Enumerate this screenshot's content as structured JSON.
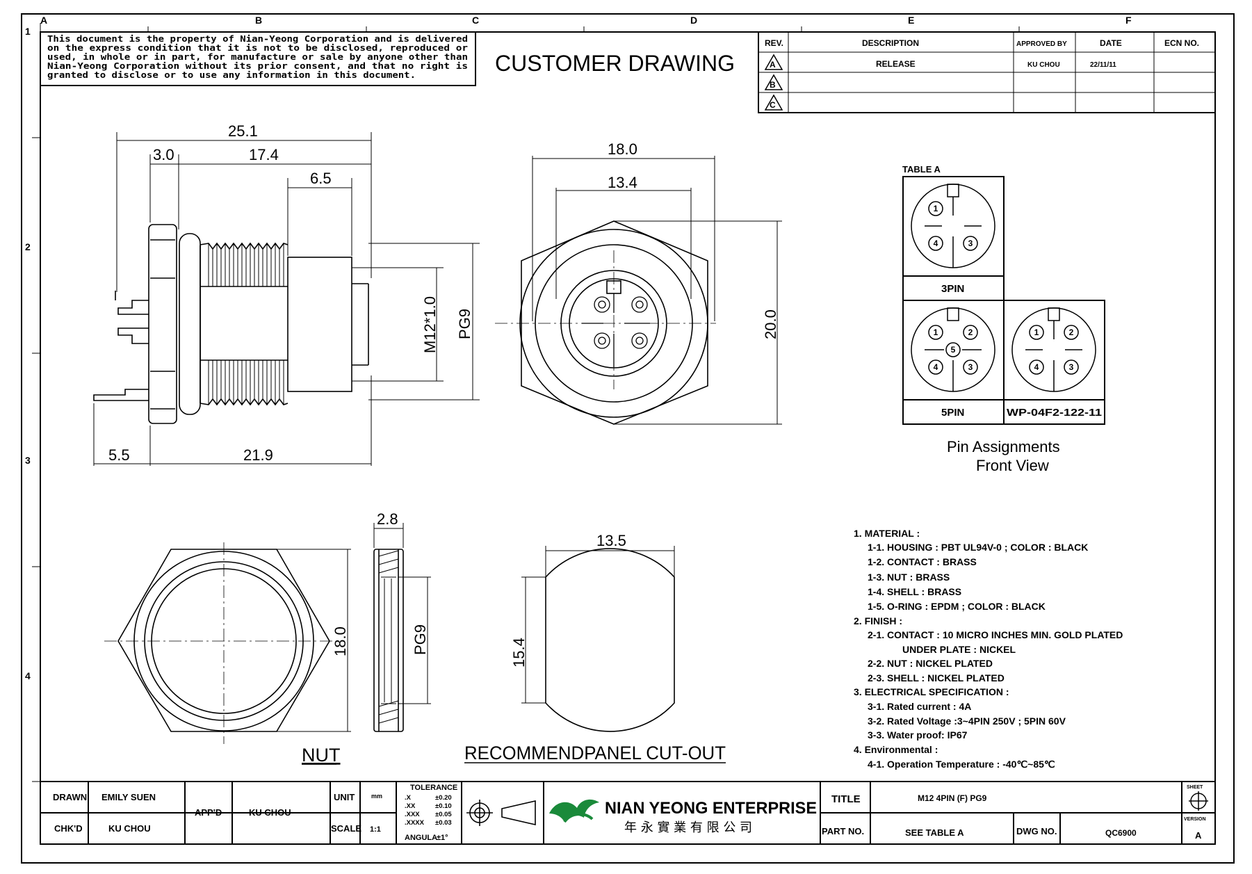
{
  "notice": {
    "lines": [
      "This document is the property of Nian-Yeong Corporation and is delivered",
      "on  the  express condition that it is not to be disclosed, reproduced or",
      "used, in whole or in part, for manufacture or sale by anyone other than",
      "Nian-Yeong Corporation without  its prior consent, and that  no right  is",
      "granted to disclose or to use any information in this  document."
    ]
  },
  "title": "CUSTOMER  DRAWING",
  "zones": {
    "columns": [
      "A",
      "B",
      "C",
      "D",
      "E",
      "F"
    ],
    "rows": [
      "1",
      "2",
      "3",
      "4"
    ]
  },
  "revision_table": {
    "headers": [
      "REV.",
      "DESCRIPTION",
      "APPROVED BY",
      "DATE",
      "ECN NO."
    ],
    "rows": [
      {
        "rev": "A",
        "description": "RELEASE",
        "approved": "KU CHOU",
        "date": "22/11/11",
        "ecn": ""
      },
      {
        "rev": "B",
        "description": "",
        "approved": "",
        "date": "",
        "ecn": ""
      },
      {
        "rev": "C",
        "description": "",
        "approved": "",
        "date": "",
        "ecn": ""
      }
    ]
  },
  "side_view": {
    "dims": {
      "d25_1": "25.1",
      "d3_0": "3.0",
      "d17_4": "17.4",
      "d6_5": "6.5",
      "d5_5": "5.5",
      "d21_9": "21.9",
      "m12": "M12*1.0",
      "pg9": "PG9"
    }
  },
  "front_view": {
    "dims": {
      "d18_0": "18.0",
      "d13_4": "13.4",
      "d20_0": "20.0"
    }
  },
  "table_a": {
    "title": "TABLE A",
    "cells": [
      "3PIN",
      "5PIN",
      "WP-04F2-122-11"
    ],
    "pins3": [
      "1",
      "4",
      "3"
    ],
    "pins5": [
      "1",
      "2",
      "5",
      "4",
      "3"
    ],
    "pins4": [
      "1",
      "2",
      "4",
      "3"
    ]
  },
  "pin_caption": {
    "line1": "Pin Assignments",
    "line2": "Front View"
  },
  "nut_view": {
    "dims": {
      "d2_8": "2.8",
      "d18_0": "18.0",
      "pg9": "PG9"
    },
    "label": "NUT"
  },
  "cutout_view": {
    "dims": {
      "d13_5": "13.5",
      "d15_4": "15.4"
    },
    "label": "RECOMMENDPANEL  CUT-OUT"
  },
  "specs": [
    "1. MATERIAL :",
    "1-1. HOUSING : PBT UL94V-0 ; COLOR : BLACK",
    "1-2. CONTACT : BRASS",
    "1-3. NUT : BRASS",
    "1-4. SHELL : BRASS",
    "1-5. O-RING : EPDM ; COLOR : BLACK",
    "2. FINISH :",
    "2-1. CONTACT : 10 MICRO INCHES MIN. GOLD PLATED",
    "UNDER PLATE : NICKEL",
    "2-2. NUT : NICKEL PLATED",
    "2-3. SHELL : NICKEL PLATED",
    "3. ELECTRICAL SPECIFICATION :",
    "3-1. Rated current : 4A",
    "3-2. Rated Voltage :3~4PIN 250V ; 5PIN 60V",
    "3-3. Water proof: IP67",
    "4. Environmental :",
    "4-1. Operation Temperature : -40℃~85℃"
  ],
  "title_block": {
    "drawn_label": "DRAWN",
    "drawn": "EMILY SUEN",
    "chkd_label": "CHK'D",
    "chkd": "KU CHOU",
    "appd_label": "APP'D",
    "appd": "KU CHOU",
    "unit_label": "UNIT",
    "unit": "mm",
    "scale_label": "SCALE",
    "scale": "1:1",
    "tolerance_label": "TOLERANCE",
    "tol_rows": [
      {
        "k": ".X",
        "v": "±0.20"
      },
      {
        "k": ".XX",
        "v": "±0.10"
      },
      {
        "k": ".XXX",
        "v": "±0.05"
      },
      {
        "k": ".XXXX",
        "v": "±0.03"
      },
      {
        "k": "ANGULA",
        "v": "±1°"
      }
    ],
    "company": "NIAN YEONG ENTERPRISE",
    "company_cn": "年 永 實 業 有 限 公 司",
    "title_label": "TITLE",
    "title_value": "M12 4PIN (F) PG9",
    "partno_label": "PART NO.",
    "partno": "SEE TABLE A",
    "dwgno_label": "DWG NO.",
    "dwgno": "QC6900",
    "sheet_label": "SHEET",
    "version_label": "VERSION",
    "version": "A"
  }
}
